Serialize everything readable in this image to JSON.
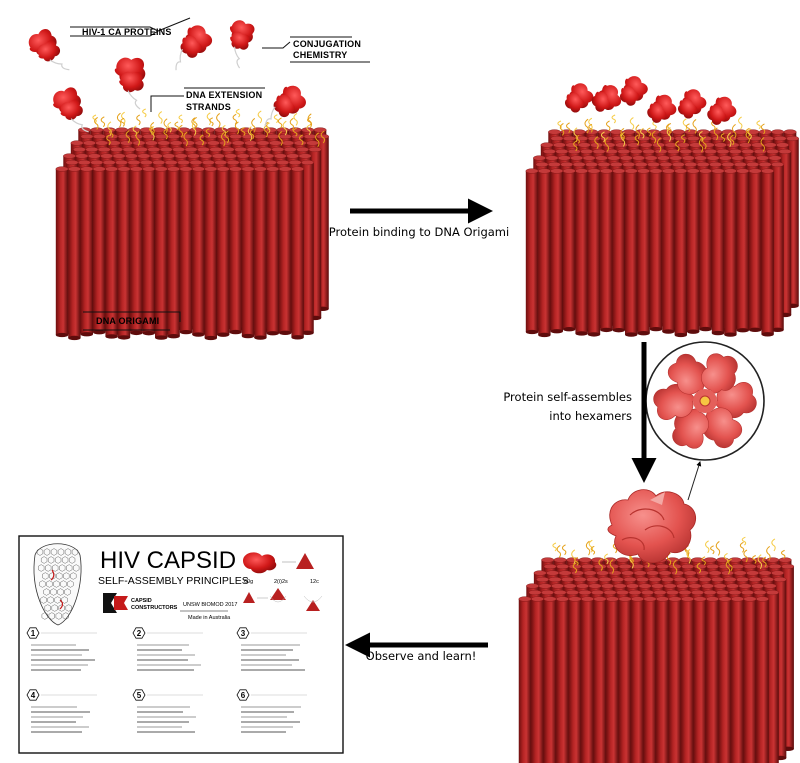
{
  "labels": {
    "ca_proteins": "HIV-1 CA PROTEINS",
    "conjugation_line1": "CONJUGATION",
    "conjugation_line2": "CHEMISTRY",
    "dna_ext_line1": "DNA EXTENSION",
    "dna_ext_line2": "STRANDS",
    "dna_origami": "DNA ORIGAMI"
  },
  "steps": {
    "binding": "Protein binding to DNA Origami",
    "assembly_line1": "Protein self-assembles",
    "assembly_line2": "into hexamers",
    "observe": "Observe and learn!"
  },
  "poster": {
    "title": "HIV CAPSID",
    "subtitle": "SELF-ASSEMBLY PRINCIPLES",
    "logo_line1": "CAPSID",
    "logo_line2": "CONSTRUCTORS",
    "team": "UNSW BIOMOD 2017",
    "made_in": "Made in Australia",
    "sym_labels": [
      "60g",
      "2(i)2s",
      "12c"
    ],
    "numbers": [
      "1",
      "2",
      "3",
      "4",
      "5",
      "6"
    ]
  },
  "colors": {
    "origami_red": "#9e1b1b",
    "protein_red": "#cc1a1a",
    "hexamer_red": "#e0524f",
    "strand_gold": "#e5a21c"
  }
}
